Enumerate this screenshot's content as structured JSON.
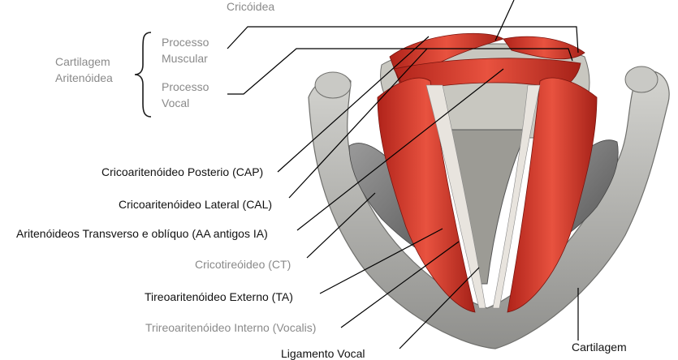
{
  "diagram": {
    "labels": {
      "cricoidea": "Cricóidea",
      "cartilagem_aritenoidea_line1": "Cartilagem",
      "cartilagem_aritenoidea_line2": "Aritenóidea",
      "processo_muscular_line1": "Processo",
      "processo_muscular_line2": "Muscular",
      "processo_vocal_line1": "Processo",
      "processo_vocal_line2": "Vocal",
      "cap": "Cricoaritenóideo Posterio (CAP)",
      "cal": "Cricoaritenóideo Lateral (CAL)",
      "aa": "Aritenóideos Transverso e oblíquo (AA antigos IA)",
      "ct": "Cricotireóideo (CT)",
      "ta": "Tireoaritenóideo Externo (TA)",
      "vocalis": "Trireoaritenóideo Interno (Vocalis)",
      "ligamento_vocal": "Ligamento Vocal",
      "cartilagem_bottom": "Cartilagem"
    },
    "colors": {
      "muscle": "#d9392b",
      "cartilage": "#b8b8b4",
      "gray_muscle": "#7d7d7d",
      "leader": "#000000"
    }
  }
}
